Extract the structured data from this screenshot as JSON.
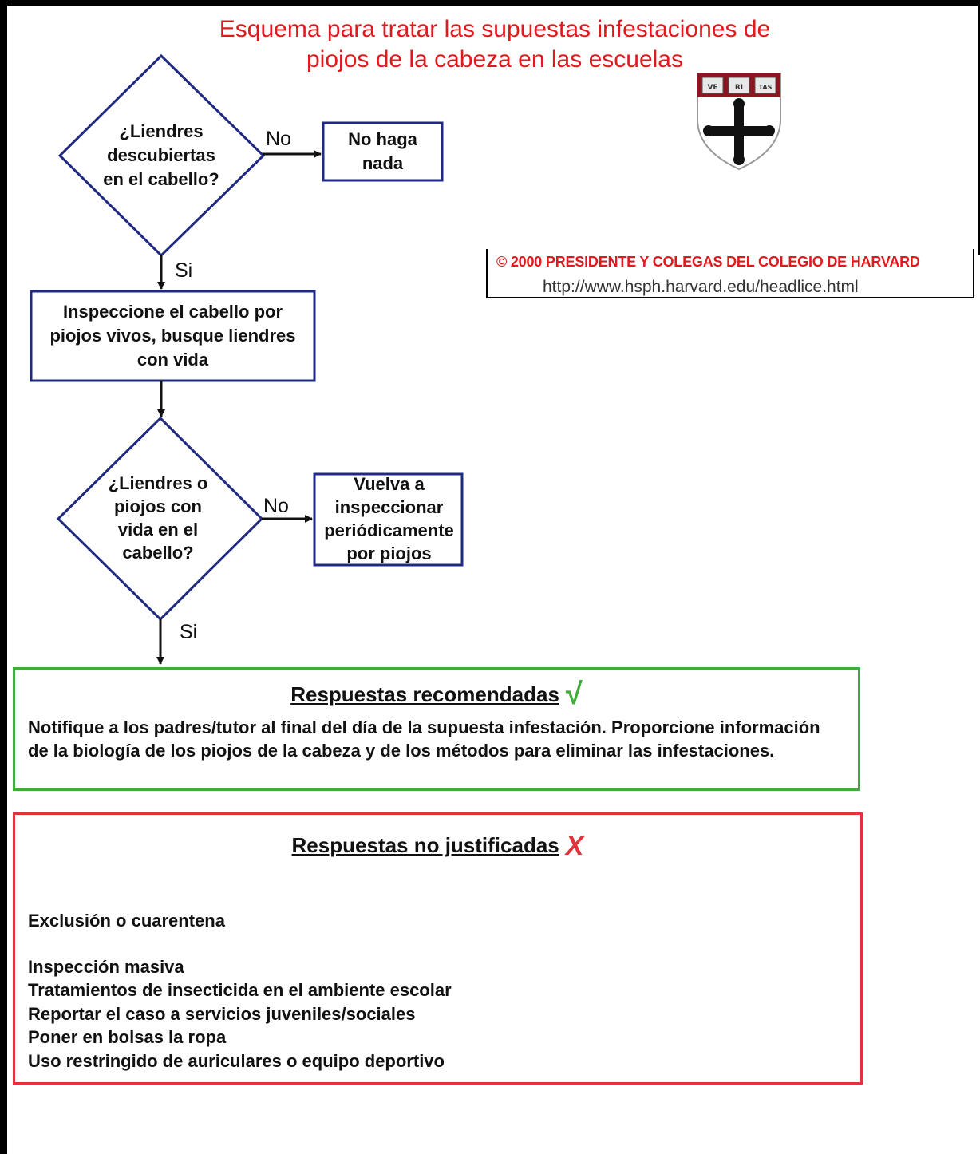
{
  "title": {
    "line1": "Esquema para tratar las supuestas infestaciones de",
    "line2": "piojos de la cabeza en las escuelas"
  },
  "flow": {
    "decision1": "¿Liendres\ndescubiertas\nen el cabello?",
    "no_action": "No haga\nnada",
    "inspect": "Inspeccione el cabello por\npiojos vivos, busque liendres\ncon vida",
    "decision2": "¿Liendres o\npiojos con\nvida en el\ncabello?",
    "reinspect": "Vuelva a\ninspeccionar\nperiódicamente\npor piojos",
    "no_label": "No",
    "yes_label": "Si"
  },
  "copyright": {
    "line1": "© 2000 PRESIDENTE Y COLEGAS DEL COLEGIO DE HARVARD",
    "url": "http://www.hsph.harvard.edu/headlice.html"
  },
  "recommended": {
    "title": "Respuestas recomendadas",
    "mark": "√",
    "text": "Notifique a los padres/tutor al final del día de la supuesta infestación. Proporcione información de la biología de los piojos de la cabeza y de los métodos para eliminar las infestaciones."
  },
  "unjustified": {
    "title": "Respuestas no justificadas",
    "mark": "X",
    "items": [
      "Exclusión o cuarentena",
      "Inspección masiva",
      "Tratamientos de insecticida en el ambiente escolar",
      "Reportar el caso a servicios juveniles/sociales",
      "Poner en bolsas la ropa",
      "Uso restringido de auriculares o equipo deportivo"
    ]
  },
  "colors": {
    "title_red": "#e0191c",
    "node_border": "#1f2a80",
    "green_border": "#3ead3a",
    "red_border": "#e0333a"
  },
  "logo": {
    "book_text": [
      "VE",
      "RI",
      "TAS"
    ]
  }
}
